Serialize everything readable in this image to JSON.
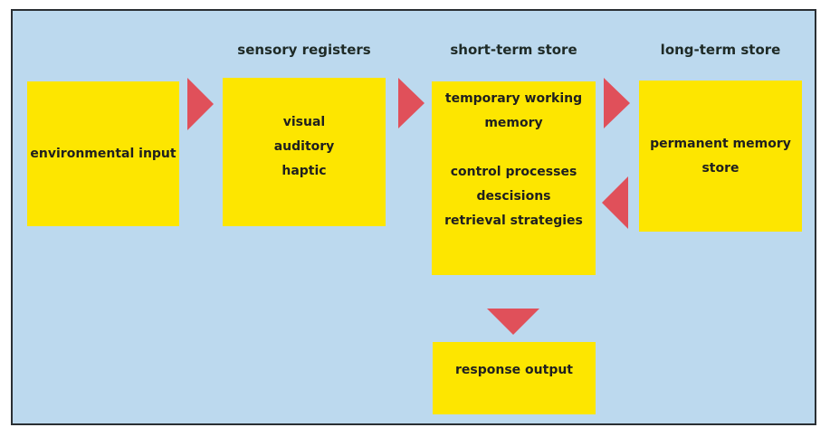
{
  "headers": {
    "sensory": "sensory registers",
    "short_term": "short-term store",
    "long_term": "long-term store"
  },
  "boxes": {
    "environmental_input": "environmental input",
    "sensory": [
      "visual",
      "auditory",
      "haptic"
    ],
    "short_term_top": [
      "temporary working",
      "memory"
    ],
    "short_term_bottom": [
      "control processes",
      "descisions",
      "retrieval strategies"
    ],
    "long_term": [
      "permanent memory",
      "store"
    ],
    "response_output": "response output"
  },
  "colors": {
    "background": "#bcd9ee",
    "box_fill": "#fde600",
    "arrow_fill": "#e0505a",
    "header_text": "#1e2a26"
  },
  "arrows": [
    {
      "from": "environmental input",
      "to": "sensory registers",
      "direction": "right"
    },
    {
      "from": "sensory registers",
      "to": "short-term store",
      "direction": "right"
    },
    {
      "from": "short-term store",
      "to": "long-term store",
      "direction": "right"
    },
    {
      "from": "long-term store",
      "to": "short-term store",
      "direction": "left"
    },
    {
      "from": "short-term store",
      "to": "response output",
      "direction": "down"
    }
  ]
}
